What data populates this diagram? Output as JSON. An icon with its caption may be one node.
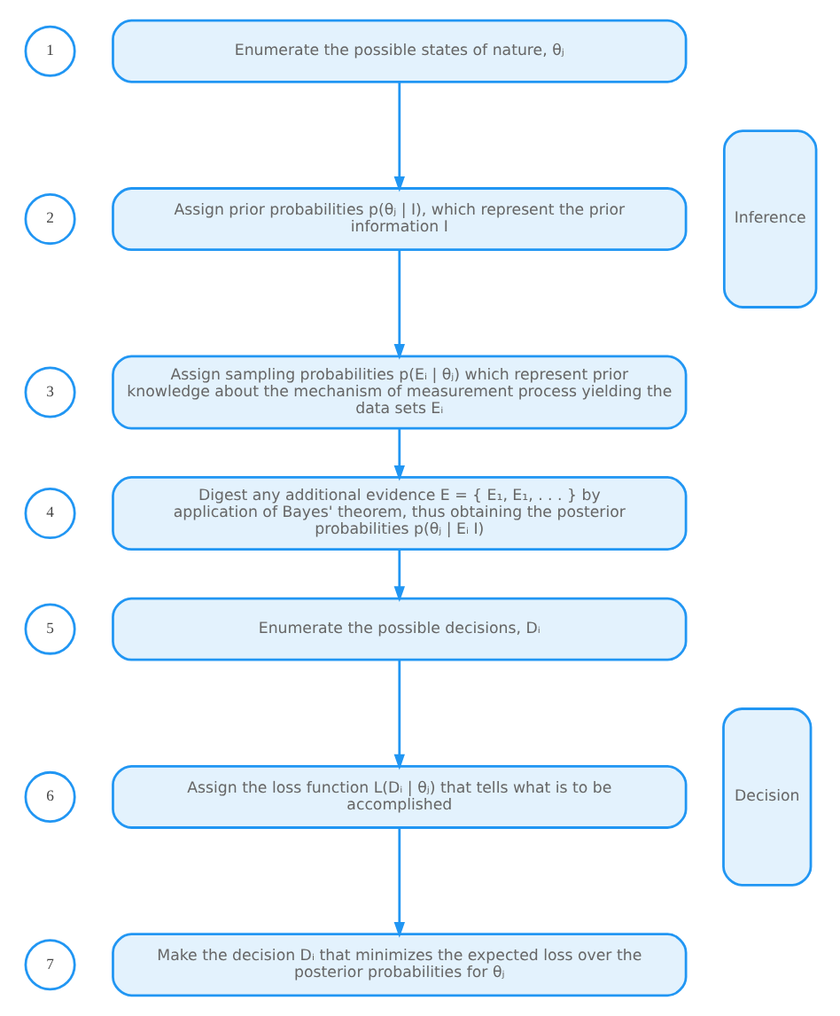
{
  "diagram": {
    "nodes": [
      {
        "text": [
          "1"
        ]
      },
      {
        "text": [
          "Enumerate the possible states of nature, θⱼ"
        ]
      },
      {
        "text": [
          "2"
        ]
      },
      {
        "text": [
          "Assign prior probabilities p(θⱼ | I), which represent the prior information I"
        ]
      },
      {
        "text": [
          "3"
        ]
      },
      {
        "text": [
          "Assign sampling probabilities p(Eᵢ | θⱼ) which represent prior knowledge about the mechanism of measurement process yielding the data sets Eᵢ"
        ]
      },
      {
        "text": [
          "4"
        ]
      },
      {
        "text": [
          "Digest any additional evidence E = { E₁, E₁, . . . } by application of Bayes' theorem, thus obtaining the posterior probabilities p(θⱼ | Eᵢ I)"
        ]
      },
      {
        "text": [
          "5"
        ]
      },
      {
        "text": [
          "Enumerate the possible decisions, Dᵢ"
        ]
      },
      {
        "text": [
          "6"
        ]
      },
      {
        "text": [
          "Assign the loss function L(Dᵢ | θⱼ) that tells what is to be accomplished"
        ]
      },
      {
        "text": [
          "7"
        ]
      },
      {
        "text": [
          "Make the decision Dᵢ that minimizes the expected loss over the posterior probabilities for θⱼ"
        ]
      },
      {
        "text": [
          "Inference"
        ]
      },
      {
        "text": [
          "Decision"
        ]
      }
    ],
    "edges": [
      {
        "from": 1,
        "to": 3,
        "arrow": "to"
      },
      {
        "from": 3,
        "to": 5,
        "arrow": "to"
      },
      {
        "from": 5,
        "to": 7,
        "arrow": "to"
      },
      {
        "from": 7,
        "to": 9,
        "arrow": "to"
      },
      {
        "from": 9,
        "to": 11,
        "arrow": "to"
      },
      {
        "from": 11,
        "to": 13,
        "arrow": "to"
      }
    ]
  }
}
